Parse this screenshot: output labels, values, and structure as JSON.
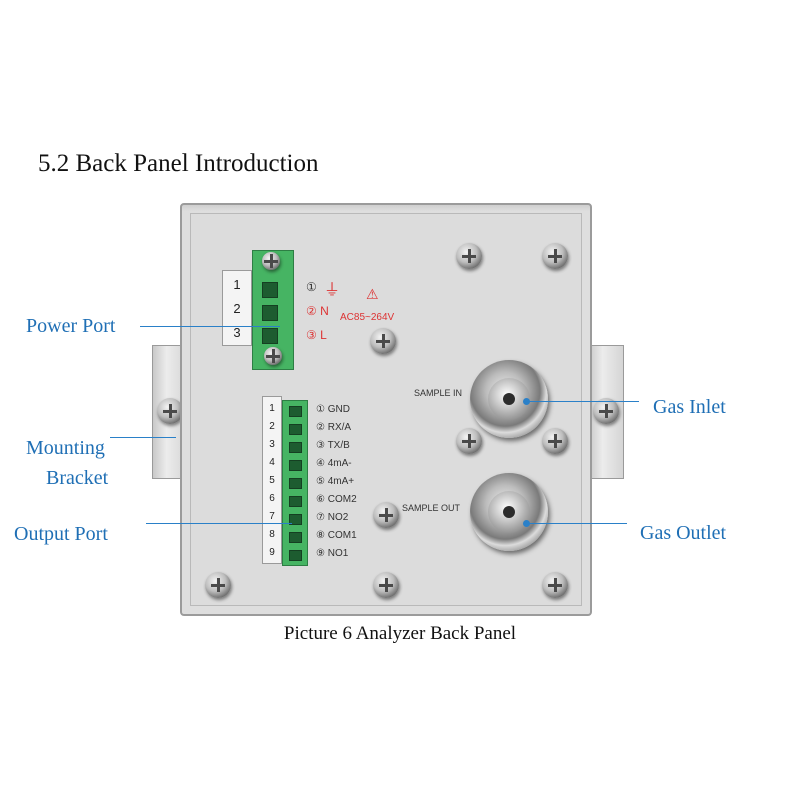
{
  "heading": "5.2 Back Panel Introduction",
  "caption": "Picture 6 Analyzer Back Panel",
  "callouts": {
    "power_port": "Power Port",
    "mounting": "Mounting",
    "bracket": "Bracket",
    "output_port": "Output Port",
    "gas_inlet": "Gas Inlet",
    "gas_outlet": "Gas Outlet"
  },
  "panel": {
    "power_terminals": [
      "1",
      "2",
      "3"
    ],
    "power_labels": [
      "①",
      "② N",
      "③ L"
    ],
    "voltage": "AC85~264V",
    "output_terminals": [
      "1",
      "2",
      "3",
      "4",
      "5",
      "6",
      "7",
      "8",
      "9"
    ],
    "output_labels": [
      "① GND",
      "② RX/A",
      "③ TX/B",
      "④ 4mA-",
      "⑤ 4mA+",
      "⑥ COM2",
      "⑦ NO2",
      "⑧ COM1",
      "⑨ NO1"
    ],
    "sample_in": "SAMPLE IN",
    "sample_out": "SAMPLE OUT"
  },
  "colors": {
    "callout": "#1f6fb5",
    "terminal_green": "#46b463",
    "warning_red": "#d33"
  }
}
